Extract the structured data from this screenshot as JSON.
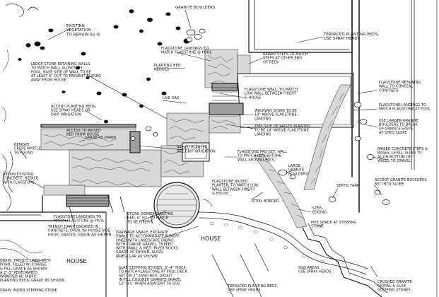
{
  "labels": {
    "existing_vegetation": [
      "EXISTING",
      "VEGETATION",
      "TO REMAIN AS IS"
    ],
    "granite_boulders": [
      "GRANITE BOULDERS"
    ],
    "flagstone_landings": [
      "FLAGSTONE LANDINGS TO",
      "MATCH FLAGSTONE @ POOL"
    ],
    "raised_steps": [
      "RAISED STEPS TO MATCH",
      "STEPS AT OTHER END",
      "OF DECK"
    ],
    "terraced_beds": [
      "TERRACED PLANTING BEDS,",
      "USE SPRAY HEADS"
    ],
    "ledge_stone_wall": [
      "LEDGE STONE RETAINING WALLS",
      "TO MATCH WALL ALONGSIDE",
      "POOL, BASE SIDE OF WALL TO BE",
      "AT LEAST 6\" OUT TO PREVENT SLIDING",
      "AWAY FROM HOUSE"
    ],
    "planting_bed_hedges": [
      "PLANTING BED-",
      "HEDGES"
    ],
    "flagstone_wall": [
      "FLAGSTONE WALL, TO MATCH",
      "LOW WALL BETWEEN FIREPIT",
      "& HOUSE"
    ],
    "flagstone_retaining": [
      "FLAGSTONE RETAINING",
      "WALL TO CONCEAL",
      "CONCRETE"
    ],
    "flagstone_landings_pool": [
      "FLAGSTONE LANDINGS TO",
      "MATCH FLAGSTONE AT POOL"
    ],
    "live_oak": [
      "LIVE OAK"
    ],
    "walkway_down": [
      "WALKWAY DOWN TO BE",
      "18\" ABOVE FLAGSTONE",
      "LANDING"
    ],
    "upper_landing": [
      "THIS SIDE OF RAISED PLANTER",
      "TO BE 18\" ABOVE FLAGSTONE",
      "LANDING"
    ],
    "accent_planting": [
      "ACCENT PLANTING BEDS,",
      "USE SPRAY HEADS OR",
      "DRIP IRRIGATION"
    ],
    "large_boulders": [
      "USE LARGER GRANITE",
      "BOULDERS TO BREAK",
      "UP GRANITE STEPS",
      "AT SHED SLOPE"
    ],
    "grade_to_drain": [
      "GRADE TO DRAIN"
    ],
    "raised_planter": [
      "RAISED PLANTER,",
      "USE DRIP IRRIGATION"
    ],
    "mount_grade": [
      "ACCESS TO RAISED",
      "BED FROM HOUSE"
    ],
    "remove_crepe": [
      "REMOVE",
      "CREPE MYRTLE",
      "TO FOUND"
    ],
    "retain_existing": [
      "RETAIN EXISTING",
      "CONCRETE, REFACE",
      "WITH FLAGSTONE"
    ],
    "flagstone_pad": [
      "FLAGSTONE PAD SET, WALL",
      "TO MATCH LEDGESTONE",
      "WALL AROUND POOL"
    ],
    "large_granite": [
      "LARGE",
      "GRANITE",
      "BOULDERS"
    ],
    "raised_concrete": [
      "RAISED CONCRETE STEPS &",
      "BASES, LEVEL, ALIGN TO",
      "ALIGN BOTTOM OF",
      "WALLS TO GRAVEL"
    ],
    "accent_boulders": [
      "ACCENT GRANITE BOULDERS",
      "SET INTO SLOPE"
    ],
    "flagstone_raised": [
      "FLAGSTONE RAISED",
      "PLANTER, TO MATCH LOW",
      "WALL BETWEEN FIREPIT",
      "& HOUSE"
    ],
    "steel_border": [
      "STEEL BORDER"
    ],
    "septic_tank": [
      "SEPTIC TANK"
    ],
    "steel_edging": [
      "STEEL",
      "EDGING"
    ],
    "pipe_shade": [
      "PIPE SHADE AT STEPPING",
      "STONE"
    ],
    "stone_domed": [
      "STONE DOMED PLANTING",
      "BED, 6\" HT., TO MATCH",
      "TO BE FIREPIT"
    ],
    "flagstone_landings_bottom": [
      "FLAGSTONE LANDINGS TO",
      "MATCH FLAGSTONE @ POOL"
    ],
    "trench_drain": [
      "TRENCH DRAIN ENCASED IN",
      "CONCRETE, OPEN, W/ HOUSE SIDE",
      "HOOK, GRATED, GRADE AS SHOWN"
    ],
    "drainage_swale": [
      "DRAINAGE SWALE, EXCAVATE",
      "SWALE TO ACCOMMODATE RUNOFF,",
      "LINED WITH LANDSCAPE FABRIC,",
      "WITH COARSE GRAVEL, TOPPED",
      "WITH SMALL & MED. RIVER ROCKS",
      "GRADE AS SHOWN, ALIGN",
      "IRREGULAR AS SHOWN"
    ],
    "drain_trench_left": [
      "DRAIN, TRENCH LINED WITH",
      "POND, FILLED W/ COARSE",
      "& FILL, GRADE AS SHOWN",
      "A 2\"-3\" PERFORATED",
      "WRAPPED W/ FABRIC",
      "PLANTING BEDS, GRADE AS SHOWN"
    ],
    "house_left": [
      "HOUSE"
    ],
    "drain_under": [
      "DRAIN UNDER STEPPING STONE"
    ],
    "slab_steps": [
      "SLAB STEPPING STONES, 3\"-4\" THICK,",
      "TO MATCH FLAGSTONE AT POOL DECK,",
      "SET ON 2\" SAND BED, GROUT",
      "IN-FILL COLORED GRANITE GRAVEL",
      "12\" O.C. WHEN ADJACENT TO SOD"
    ],
    "terraced_beds_bottom": [
      "TERRACED PLANTING BEDS,",
      "USE SPRAY HEADS"
    ],
    "sod_areas": [
      "SOD AREAS",
      "USE SPRAY HEADS"
    ],
    "crushed_granite": [
      "CRUSHED GRANITE",
      "GRAVEL & SLAB",
      "STEPPING STONES"
    ],
    "house_center": [
      "HOUSE"
    ]
  }
}
